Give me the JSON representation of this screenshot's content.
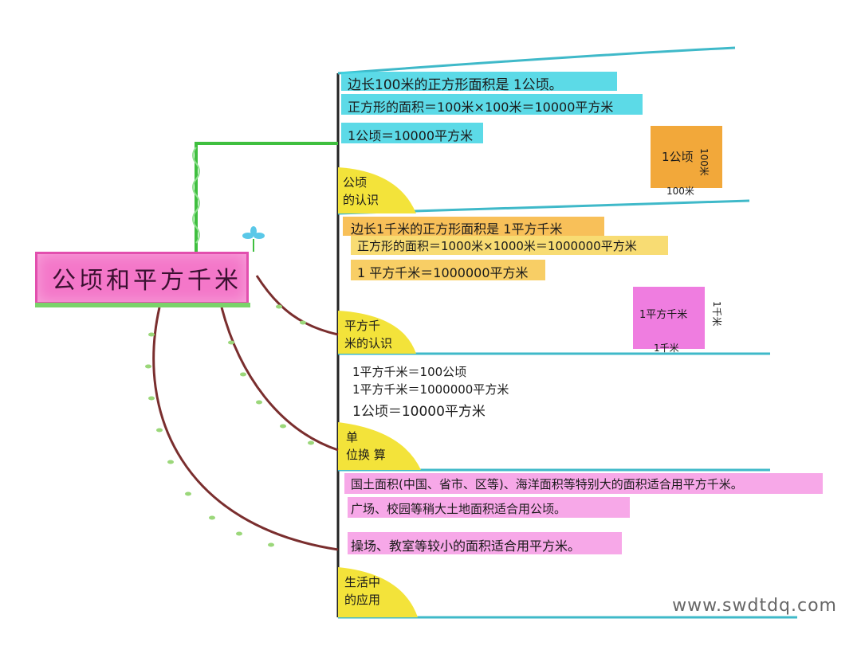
{
  "root": {
    "title": "公顷和平方千米"
  },
  "branches": [
    {
      "label_lines": [
        "公顷",
        "的认识"
      ],
      "lines": [
        "边长100米的正方形面积是 1公顷。",
        "正方形的面积＝100米×100米＝10000平方米",
        "1公顷＝10000平方米"
      ],
      "figure": {
        "inner": "1公顷",
        "side_bottom": "100米",
        "side_right": "100米"
      }
    },
    {
      "label_lines": [
        "平方千",
        "米的认识"
      ],
      "lines": [
        "边长1千米的正方形面积是 1平方千米",
        "正方形的面积＝1000米×1000米＝1000000平方米",
        "1 平方千米＝1000000平方米"
      ],
      "figure": {
        "inner": "1平方千米",
        "side_bottom": "1千米",
        "side_right": "1千米"
      }
    },
    {
      "label_lines": [
        "单",
        "位换 算"
      ],
      "lines": [
        "1平方千米＝100公顷",
        "1平方千米＝1000000平方米",
        "1公顷＝10000平方米"
      ]
    },
    {
      "label_lines": [
        "生活中",
        "的应用"
      ],
      "lines": [
        "国土面积(中国、省市、区等)、海洋面积等特别大的面积适合用平方千米。",
        "广场、校园等稍大土地面积适合用公顷。",
        "操场、教室等较小的面积适合用平方米。"
      ]
    }
  ],
  "watermark": "www.swdtdq.com",
  "colors": {
    "root_fill": "#f477c9",
    "branch_line": "#3fb9c9",
    "label_blob": "#f3e33a",
    "highlight_cyan": "#3fd3e3",
    "highlight_orange": "#f7b53c",
    "highlight_pink": "#f48be0",
    "square_orange": "#f2a83a",
    "square_pink": "#ef7de0",
    "vine_green": "#3fbf3f",
    "vine_brown": "#7a2e2e"
  }
}
